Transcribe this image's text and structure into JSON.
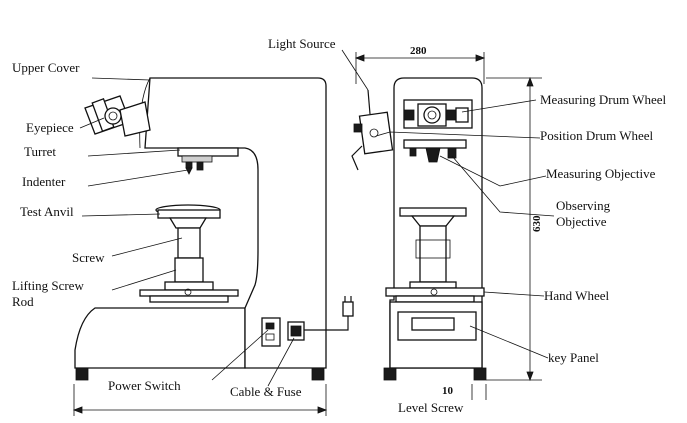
{
  "labels": {
    "upper_cover": "Upper Cover",
    "eyepiece": "Eyepiece",
    "turret": "Turret",
    "indenter": "Indenter",
    "test_anvil": "Test Anvil",
    "screw": "Screw",
    "lifting_screw_rod_1": "Lifting Screw",
    "lifting_screw_rod_2": "Rod",
    "power_switch": "Power Switch",
    "cable_fuse": "Cable & Fuse",
    "light_source": "Light Source",
    "measuring_drum_wheel": "Measuring Drum Wheel",
    "position_drum_wheel": "Position Drum Wheel",
    "measuring_objective": "Measuring Objective",
    "observing_objective_1": "Observing",
    "observing_objective_2": "Objective",
    "hand_wheel": "Hand Wheel",
    "key_panel": "key Panel",
    "level_screw": "Level Screw"
  },
  "dimensions": {
    "width": "280",
    "height": "630",
    "foot": "10"
  },
  "colors": {
    "line": "#111111",
    "background": "#ffffff"
  }
}
